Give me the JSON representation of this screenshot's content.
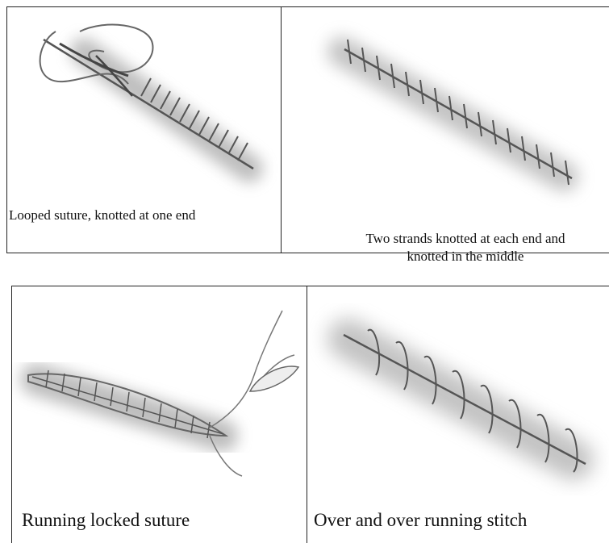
{
  "panels": [
    {
      "caption": "Looped suture, knotted at one end"
    },
    {
      "caption_line1": "Two strands knotted at each end and",
      "caption_line2": "knotted in the middle"
    },
    {
      "caption": "Running locked suture"
    },
    {
      "caption": "Over and over running stitch"
    }
  ]
}
